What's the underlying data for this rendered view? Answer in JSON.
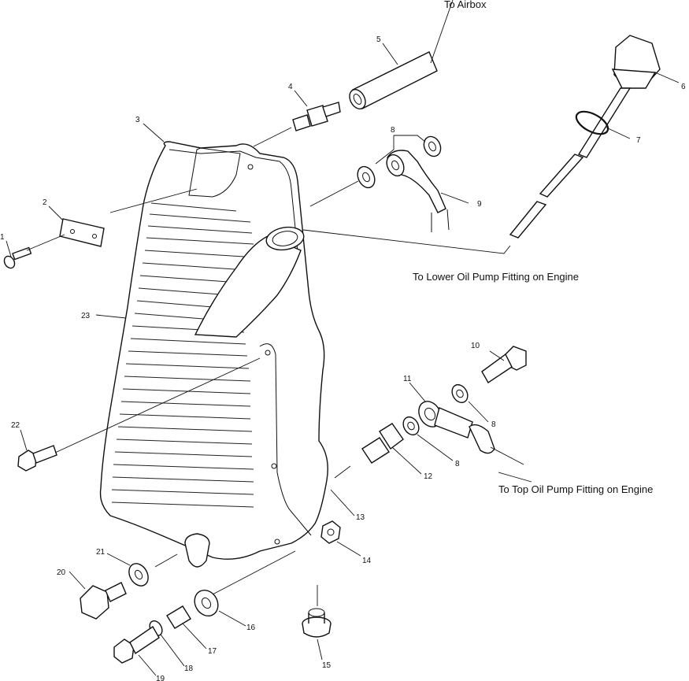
{
  "notes": {
    "airbox": "To Airbox",
    "lower_pump": "To Lower Oil Pump Fitting on Engine",
    "top_pump": "To Top Oil Pump Fitting on Engine"
  },
  "callouts": {
    "c1": "1",
    "c2": "2",
    "c3": "3",
    "c4": "4",
    "c5": "5",
    "c6": "6",
    "c7": "7",
    "c8a": "8",
    "c8b": "8",
    "c8c": "8",
    "c9": "9",
    "c10": "10",
    "c11": "11",
    "c12": "12",
    "c13": "13",
    "c14": "14",
    "c15": "15",
    "c16": "16",
    "c17": "17",
    "c18": "18",
    "c19": "19",
    "c20": "20",
    "c21": "21",
    "c22": "22",
    "c23": "23"
  }
}
